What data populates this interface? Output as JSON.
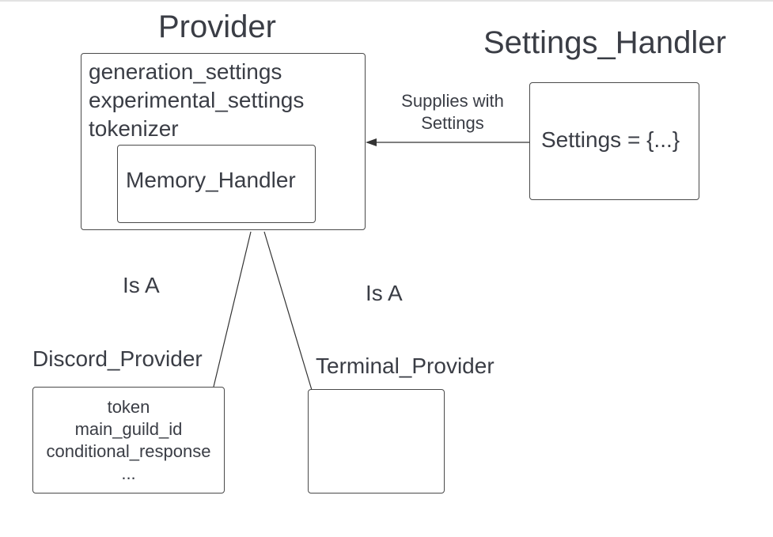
{
  "provider": {
    "title": "Provider",
    "fields": [
      "generation_settings",
      "experimental_settings",
      "tokenizer"
    ],
    "memory_handler": "Memory_Handler"
  },
  "settings_handler": {
    "title": "Settings_Handler",
    "content": "Settings = {...}"
  },
  "edge_supplies": {
    "line1": "Supplies with",
    "line2": "Settings"
  },
  "edge_is_a_left": "Is A",
  "edge_is_a_right": "Is A",
  "discord_provider": {
    "title": "Discord_Provider",
    "fields": [
      "token",
      "main_guild_id",
      "conditional_response",
      "..."
    ]
  },
  "terminal_provider": {
    "title": "Terminal_Provider"
  }
}
